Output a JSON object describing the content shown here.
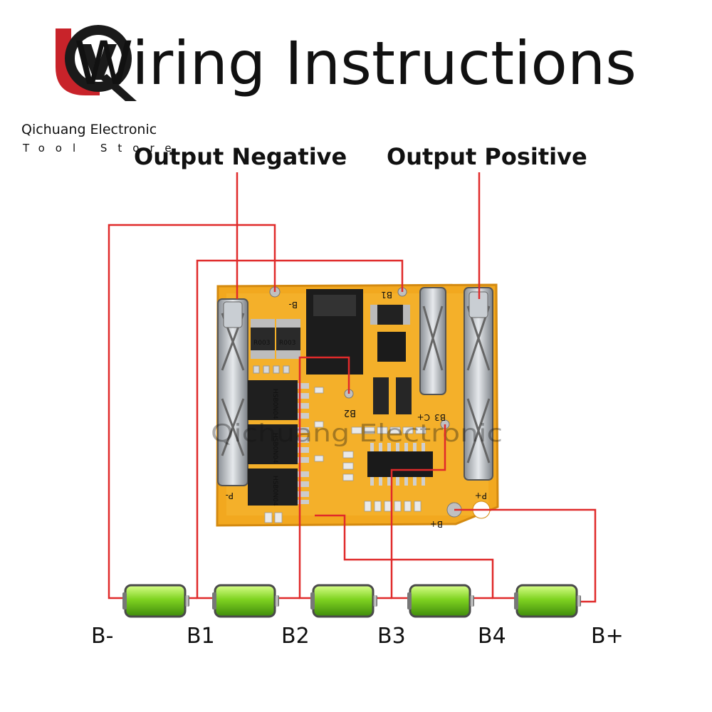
{
  "title": "Wiring Instructions",
  "brand": {
    "name": "Qichuang Electronic",
    "tagline": "Tool Store",
    "watermark": "Qichuang Electronic"
  },
  "callouts": {
    "output_negative": "Output Negative",
    "output_positive": "Output Positive"
  },
  "terminal_labels": [
    "B-",
    "B1",
    "B2",
    "B3",
    "B4",
    "B+"
  ],
  "board": {
    "silkscreen": {
      "b_minus": "B-",
      "b1": "B1",
      "b2": "B2",
      "b3": "B3",
      "c_plus": "C+",
      "b_plus": "B+",
      "p_minus": "P-",
      "p_plus": "P+",
      "resistor_code": "R003",
      "mosfet_code": "HSB0N04"
    }
  },
  "colors": {
    "wire": "#e02a2a",
    "pcb": "#f2a81f",
    "pcb_edge": "#d48a10",
    "battery_green": "#7fd321",
    "logo_red": "#c8232a",
    "logo_dark": "#1a1a1a"
  }
}
